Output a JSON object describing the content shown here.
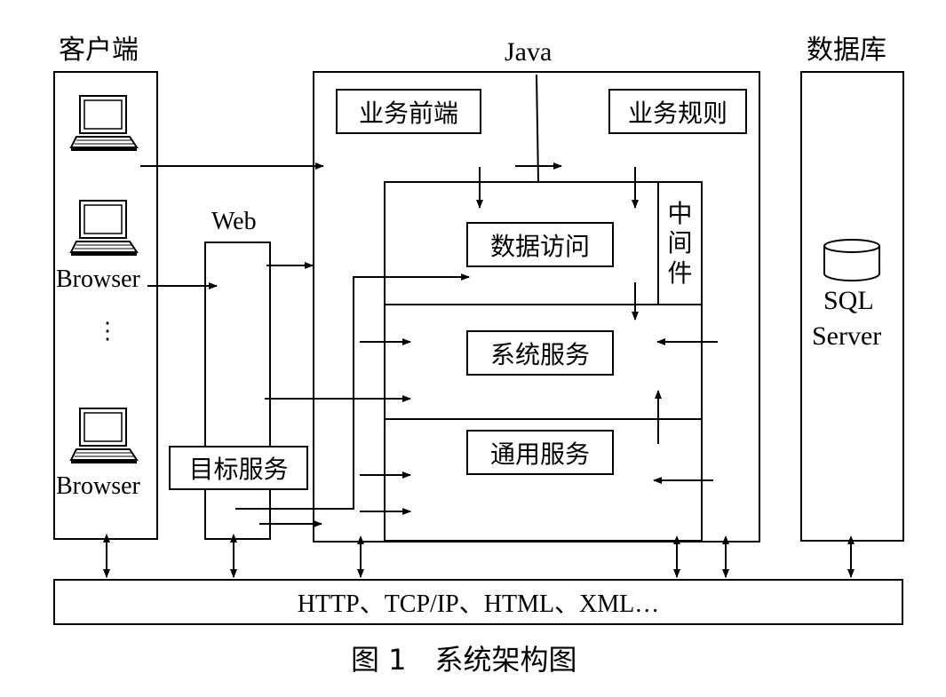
{
  "labels": {
    "client": "客户端",
    "java": "Java",
    "database": "数据库",
    "business_frontend": "业务前端",
    "business_rules": "业务规则",
    "web": "Web",
    "data_access": "数据访问",
    "middleware": [
      "中",
      "间",
      "件"
    ],
    "system_service": "系统服务",
    "general_service": "通用服务",
    "target_service": "目标服务",
    "browser_1": "Browser",
    "browser_2": "Browser",
    "dots": "⋮",
    "sql": "SQL",
    "server": "Server",
    "protocols": "HTTP、TCP/IP、HTML、XML…",
    "caption": "图 1　系统架构图"
  },
  "icons": [
    "computer-icon",
    "database-cylinder-icon"
  ]
}
